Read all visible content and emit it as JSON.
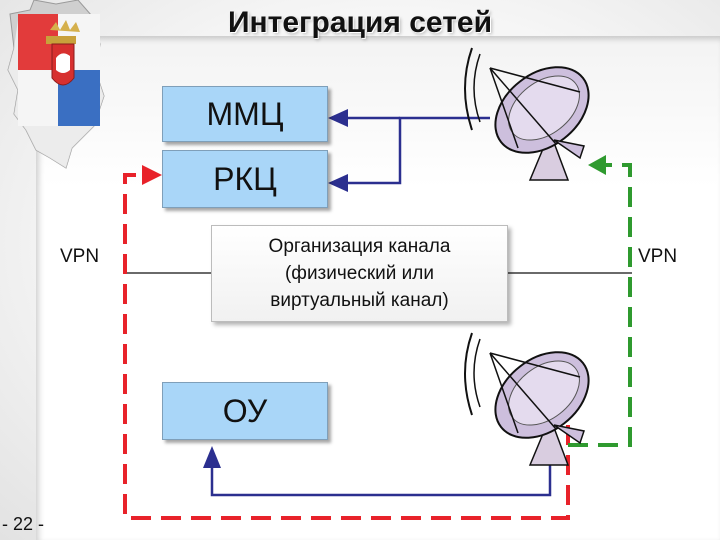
{
  "slide": {
    "title": "Интеграция сетей",
    "page_number": "- 22 -"
  },
  "nodes": {
    "mmc": "ММЦ",
    "rkc": "РКЦ",
    "ou": "ОУ"
  },
  "channel_box": {
    "text": "Организация канала\n(физический или\nвиртуальный канал)"
  },
  "labels": {
    "vpn_left": "VPN",
    "vpn_right": "VPN"
  },
  "colors": {
    "red_link": "#e8222a",
    "green_link": "#2f9a2f",
    "blue_link": "#2b2f8f",
    "node_fill": "#a9d6f8"
  },
  "icons": [
    "coat-of-arms-icon",
    "satellite-dish-icon",
    "satellite-dish-icon"
  ]
}
